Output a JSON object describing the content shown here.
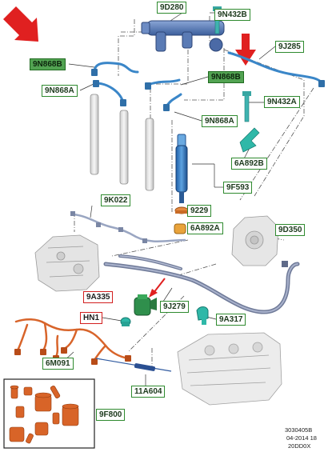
{
  "labels": {
    "9D280": "9D280",
    "9N432B": "9N432B",
    "9N868B_left": "9N868B",
    "9J285": "9J285",
    "9N868B_right": "9N868B",
    "9N868A_left": "9N868A",
    "9N432A": "9N432A",
    "9N868A_right": "9N868A",
    "6A892B": "6A892B",
    "9F593": "9F593",
    "9K022": "9K022",
    "9229": "9229",
    "6A892A": "6A892A",
    "9D350": "9D350",
    "9A335": "9A335",
    "HN1": "HN1",
    "9J279": "9J279",
    "9A317": "9A317",
    "6M091": "6M091",
    "11A604": "11A604",
    "9F800": "9F800"
  },
  "footer": {
    "line1": "3030405B",
    "line2": "04-2014 18",
    "line3": "20DD0X"
  },
  "colors": {
    "label_border": "#2f8a2f",
    "label_fill": "#52a352",
    "red_label_border": "#d21f1f",
    "arrow_red": "#e02020",
    "pipe_blue": "#3a86c8",
    "rail_blue": "#4f79b8",
    "return_pipe": "#7f8aa8",
    "harness_orange": "#d8642a",
    "clip_teal": "#2fb8a8"
  },
  "icons": [
    "arrow-red-icon",
    "injector-icon",
    "fuel-rail-icon",
    "fuel-pump-icon",
    "engine-block-icon",
    "wiring-harness-icon",
    "clip-icon",
    "seal-kit-icon"
  ]
}
